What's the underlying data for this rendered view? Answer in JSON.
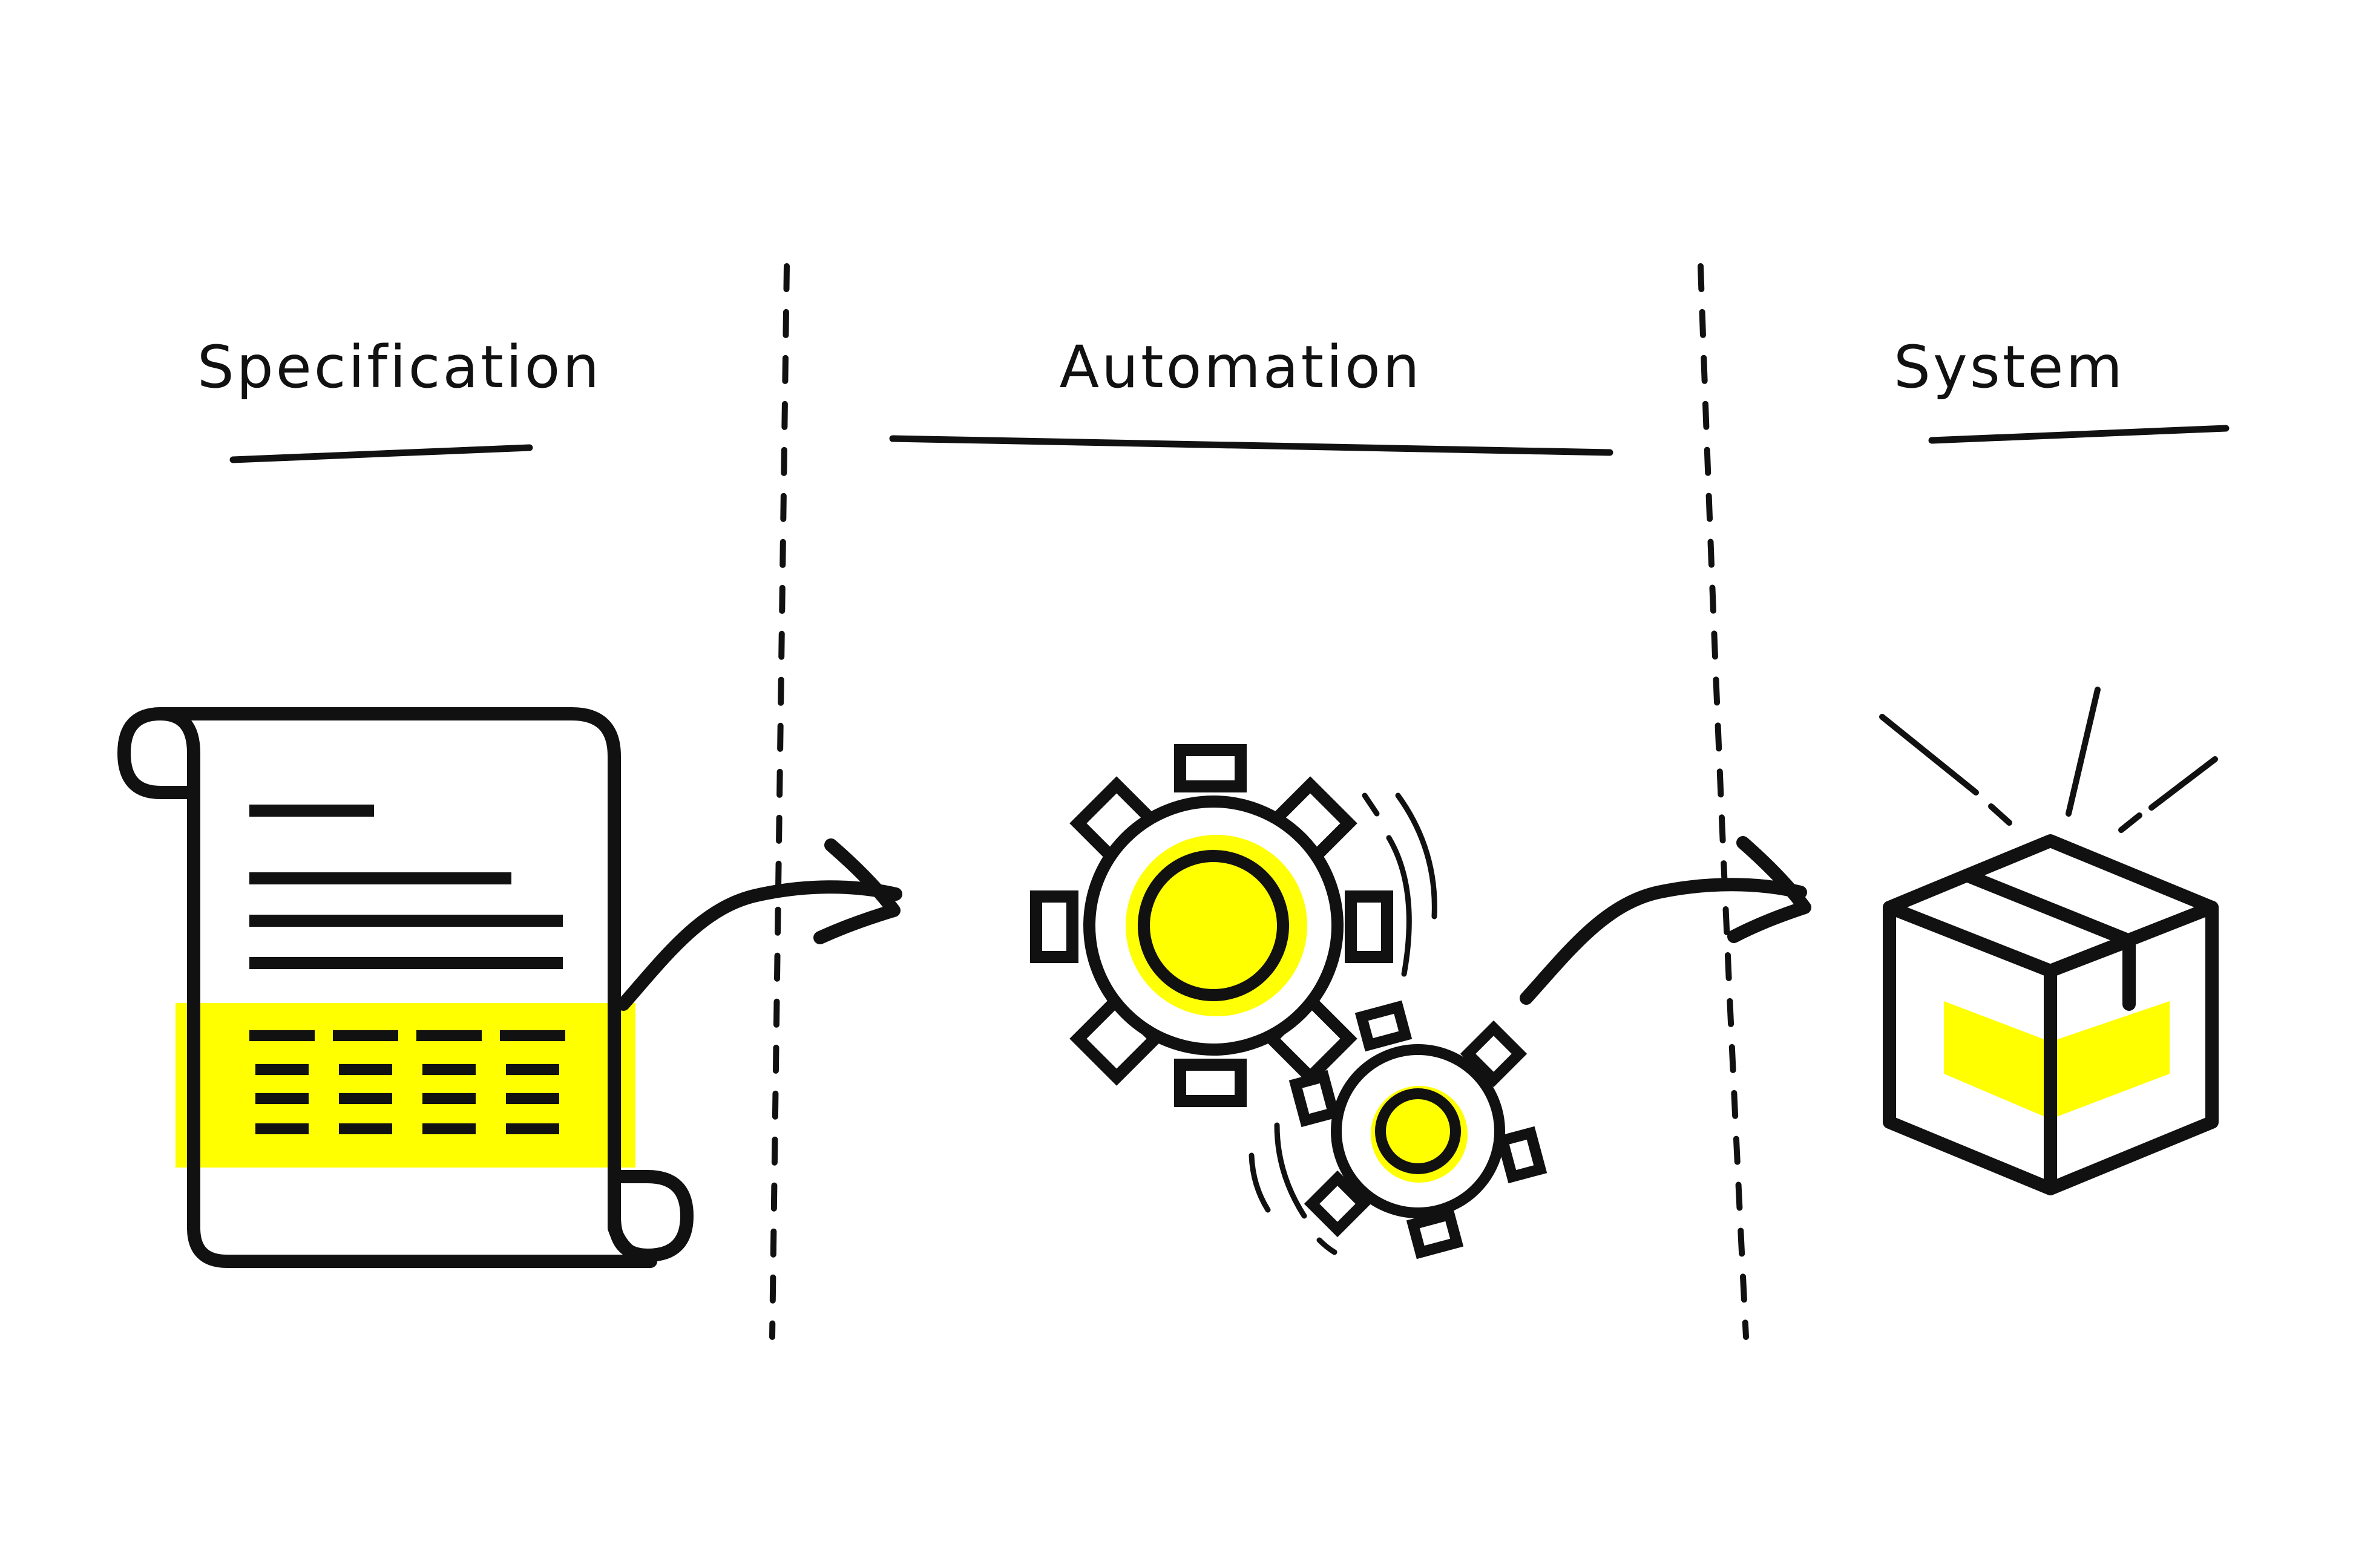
{
  "stages": [
    {
      "label": "Specification",
      "icon": "scroll-document-icon"
    },
    {
      "label": "Automation",
      "icon": "gears-icon"
    },
    {
      "label": "System",
      "icon": "open-box-icon"
    }
  ],
  "colors": {
    "ink": "#111111",
    "highlight": "#ffff00",
    "background": "#ffffff"
  }
}
